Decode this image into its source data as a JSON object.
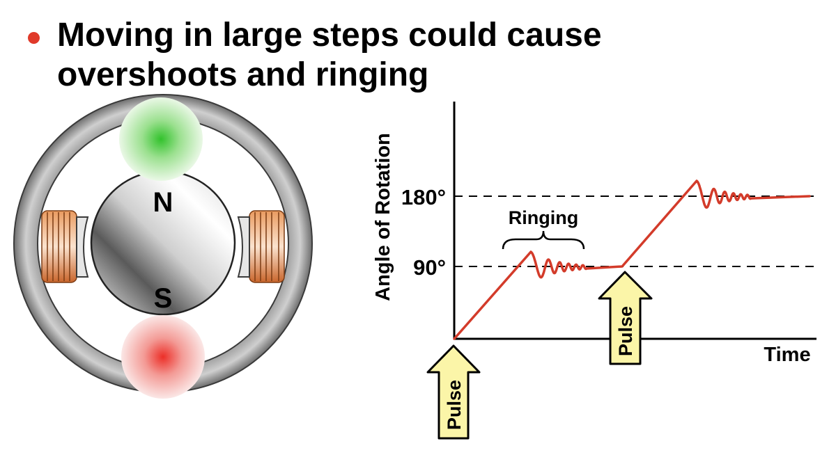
{
  "colors": {
    "bullet": "#e03a2a",
    "curve": "#d33b2a",
    "north_pole": "#3bbf2e",
    "south_pole": "#e8352f",
    "pulse_arrow_fill": "#fbf5a8",
    "coil": "#c9652b"
  },
  "slide": {
    "bullet_line_1": "Moving in large steps could cause",
    "bullet_line_2": "overshoots and ringing"
  },
  "motor": {
    "north_label": "N",
    "south_label": "S"
  },
  "chart": {
    "ylabel": "Angle of Rotation",
    "xlabel": "Time",
    "tick_180": "180°",
    "tick_90": "90°",
    "ringing_label": "Ringing",
    "pulse_label_1": "Pulse",
    "pulse_label_2": "Pulse"
  }
}
